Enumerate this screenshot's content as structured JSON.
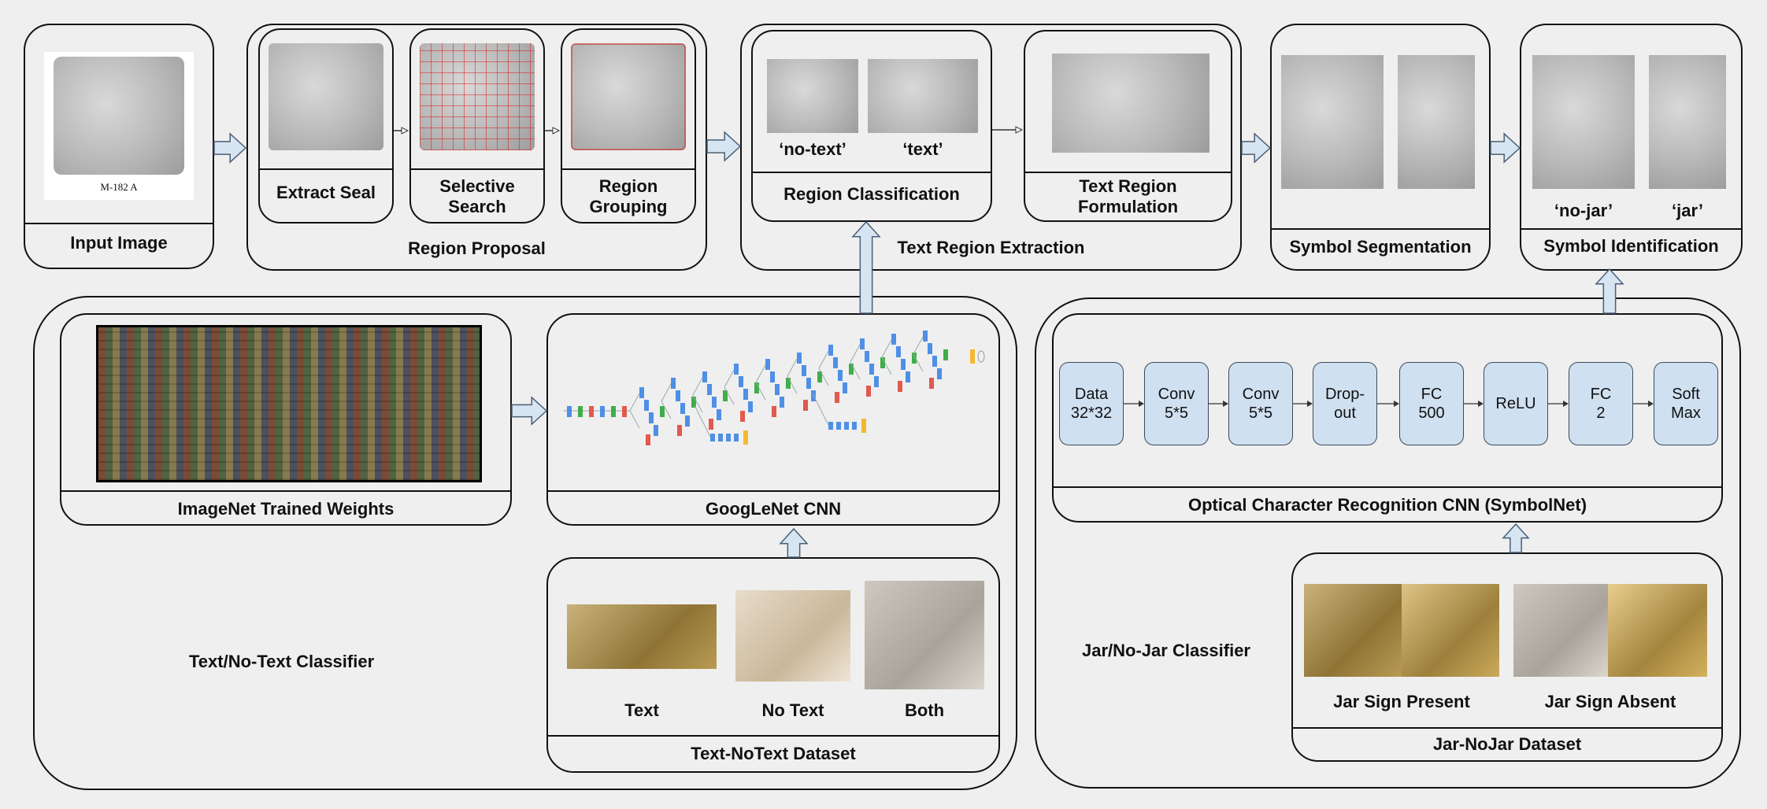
{
  "input": {
    "caption": "M-182 A",
    "label": "Input Image"
  },
  "region_proposal": {
    "title": "Region Proposal",
    "extract_seal": "Extract Seal",
    "selective_search": "Selective Search",
    "region_grouping": "Region Grouping"
  },
  "text_region_extraction": {
    "title": "Text Region Extraction",
    "region_classification": "Region Classification",
    "no_text_tag": "‘no-text’",
    "text_tag": "‘text’",
    "text_region_formulation": "Text Region Formulation"
  },
  "symbol_segmentation": {
    "title": "Symbol Segmentation"
  },
  "symbol_identification": {
    "title": "Symbol Identification",
    "no_jar_tag": "‘no-jar’",
    "jar_tag": "‘jar’"
  },
  "text_notext_classifier": {
    "title": "Text/No-Text Classifier",
    "imagenet": "ImageNet Trained Weights",
    "googlenet": "GoogLeNet CNN",
    "dataset": "Text-NoText Dataset",
    "samples": [
      "Text",
      "No Text",
      "Both"
    ]
  },
  "jar_nojar_classifier": {
    "title": "Jar/No-Jar Classifier",
    "ocr": "Optical Character Recognition CNN (SymbolNet)",
    "layers": [
      "Data\n32*32",
      "Conv\n5*5",
      "Conv\n5*5",
      "Drop-\nout",
      "FC\n500",
      "ReLU",
      "FC\n2",
      "Soft\nMax"
    ],
    "dataset": "Jar-NoJar Dataset",
    "samples": [
      "Jar Sign Present",
      "Jar Sign Absent"
    ]
  },
  "colors": {
    "arrow_fill": "#d7e5f3",
    "arrow_stroke": "#4a5f76",
    "cnn_fill": "#cfe0f1",
    "background": "#efefef"
  }
}
